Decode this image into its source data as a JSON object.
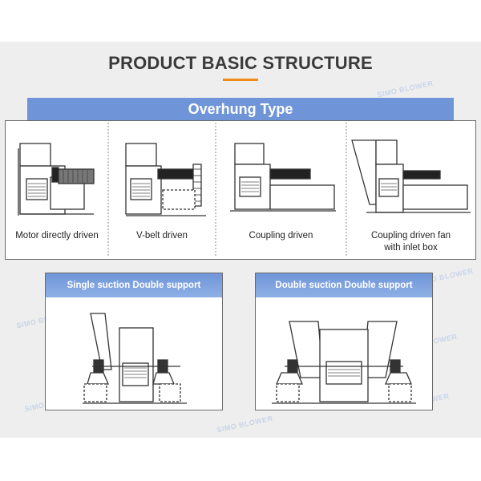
{
  "header": {
    "title": "PRODUCT BASIC STRUCTURE",
    "accent_color": "#f28b1e"
  },
  "overhung": {
    "banner": "Overhung Type",
    "banner_color": "#6f95d8",
    "items": [
      {
        "label": "Motor directly driven"
      },
      {
        "label": "V-belt driven"
      },
      {
        "label": "Coupling driven"
      },
      {
        "label_line1": "Coupling driven fan",
        "label_line2": "with inlet box"
      }
    ]
  },
  "support": {
    "left": {
      "title": "Single suction Double support"
    },
    "right": {
      "title": "Double suction Double support"
    }
  },
  "watermark": {
    "text": "SIMO BLOWER"
  }
}
